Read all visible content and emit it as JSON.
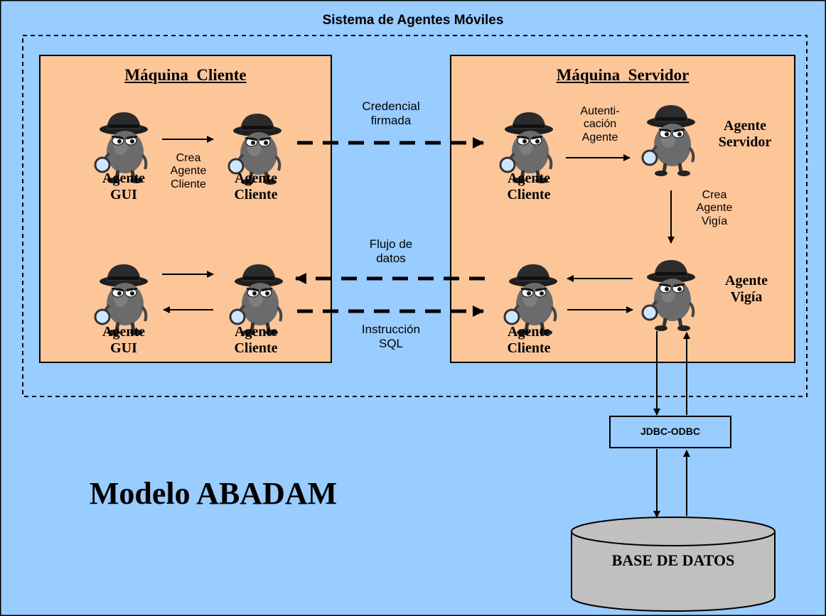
{
  "system_title": "Sistema de Agentes Móviles",
  "client_machine": {
    "title": "Máquina  Cliente"
  },
  "server_machine": {
    "title": "Máquina  Servidor"
  },
  "agents": {
    "gui_top": "Agente\nGUI",
    "client_top": "Agente\nCliente",
    "server_client_top": "Agente\nCliente",
    "server_agent": "Agente\nServidor",
    "gui_bottom": "Agente\nGUI",
    "client_bottom": "Agente\nCliente",
    "server_client_bottom": "Agente\nCliente",
    "vigia_agent": "Agente\nVigía"
  },
  "labels": {
    "crea_agente_cliente": "Crea\nAgente\nCliente",
    "credencial_firmada": "Credencial\nfirmada",
    "autenticacion_agente": "Autenti-\ncación\nAgente",
    "crea_agente_vigia": "Crea\nAgente\nVigía",
    "flujo_de_datos": "Flujo de\ndatos",
    "instruccion_sql": "Instrucción\nSQL",
    "jdbc_odbc": "JDBC-ODBC",
    "base_de_datos": "BASE DE DATOS"
  },
  "model_title": "Modelo ABADAM",
  "colors": {
    "background": "#99ccff",
    "machine_fill": "#fdc699",
    "line": "#000000",
    "database_fill": "#c0c0c0",
    "agent_body": "#6b6b6b",
    "agent_hat": "#2a2a2a"
  },
  "icon": "spy-agent-icon"
}
